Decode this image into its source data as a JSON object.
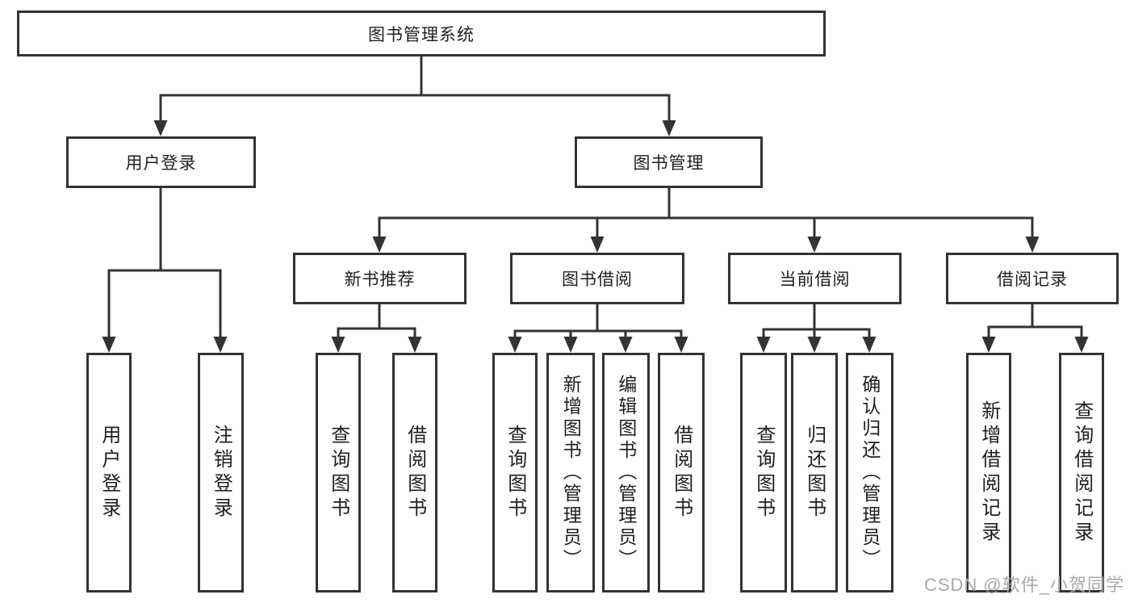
{
  "tree": {
    "root": "图书管理系统",
    "level2": [
      {
        "label": "用户登录",
        "leaves": [
          "用户登录",
          "注销登录"
        ]
      },
      {
        "label": "图书管理",
        "groups": [
          {
            "label": "新书推荐",
            "leaves": [
              "查询图书",
              "借阅图书"
            ]
          },
          {
            "label": "图书借阅",
            "leaves": [
              "查询图书",
              "新增图书（管理员）",
              "编辑图书（管理员）",
              "借阅图书"
            ]
          },
          {
            "label": "当前借阅",
            "leaves": [
              "查询图书",
              "归还图书",
              "确认归还（管理员）"
            ]
          },
          {
            "label": "借阅记录",
            "leaves": [
              "新增借阅记录",
              "查询借阅记录"
            ]
          }
        ]
      }
    ]
  },
  "watermark": "CSDN @软件_小贺同学",
  "colors": {
    "line": "#333333",
    "text": "#1f1f1f",
    "watermark": "#a9a9a9",
    "background": "#ffffff"
  }
}
